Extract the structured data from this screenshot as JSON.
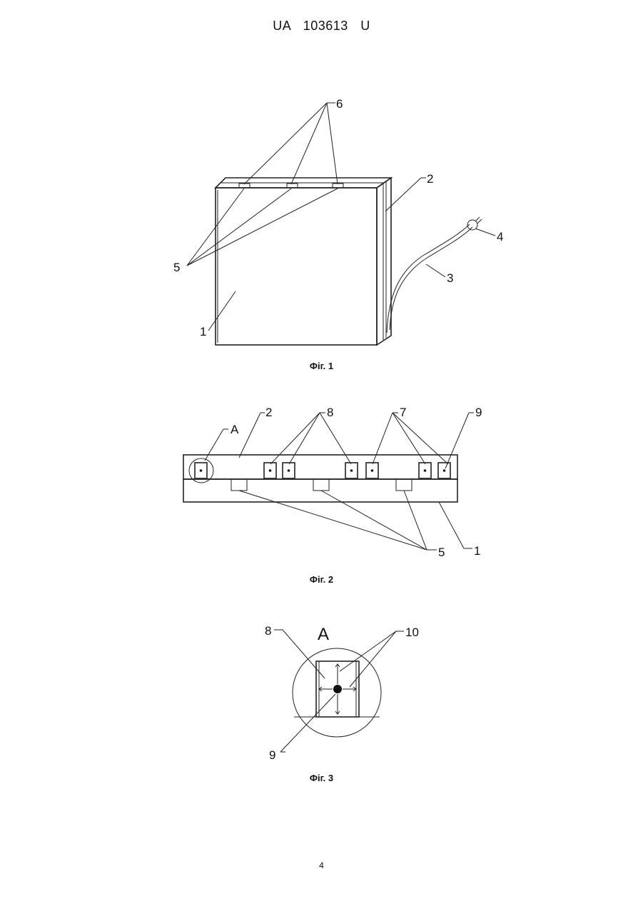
{
  "header": {
    "doc_id": "UA   103613   U"
  },
  "figures": [
    {
      "caption": "Фіг. 1",
      "labels": {
        "l1": "1",
        "l2": "2",
        "l3": "3",
        "l4": "4",
        "l5": "5",
        "l6": "6"
      }
    },
    {
      "caption": "Фіг. 2",
      "labels": {
        "lA": "A",
        "l2": "2",
        "l8": "8",
        "l7": "7",
        "l9": "9",
        "l5": "5",
        "l1": "1"
      }
    },
    {
      "caption": "Фіг. 3",
      "labels": {
        "l8": "8",
        "lA": "A",
        "l10": "10",
        "l9": "9"
      }
    }
  ],
  "page_number": "4"
}
